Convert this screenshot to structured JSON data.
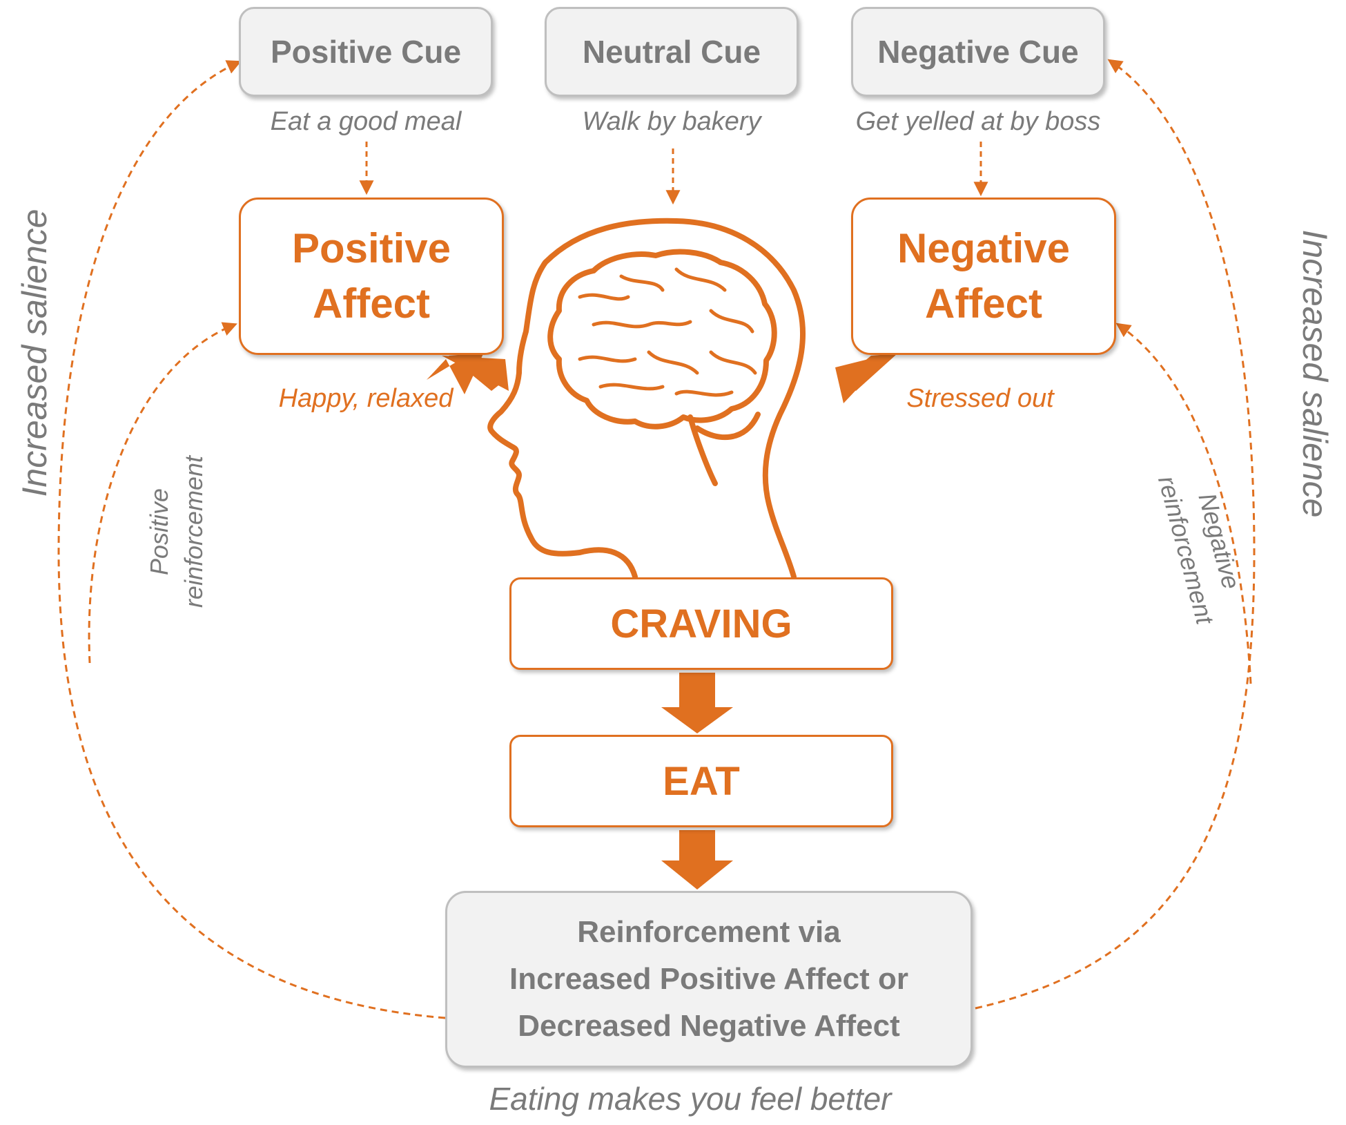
{
  "cues": {
    "positive": {
      "label": "Positive Cue",
      "example": "Eat a good meal"
    },
    "neutral": {
      "label": "Neutral Cue",
      "example": "Walk by bakery"
    },
    "negative": {
      "label": "Negative Cue",
      "example": "Get yelled at by boss"
    }
  },
  "affects": {
    "positive": {
      "line1": "Positive",
      "line2": "Affect",
      "feeling": "Happy, relaxed"
    },
    "negative": {
      "line1": "Negative",
      "line2": "Affect",
      "feeling": "Stressed out"
    }
  },
  "steps": {
    "craving": "CRAVING",
    "eat": "EAT"
  },
  "reinforcement": {
    "line1": "Reinforcement via",
    "line2": "Increased Positive Affect or",
    "line3": "Decreased Negative Affect",
    "caption": "Eating makes you feel better"
  },
  "side_labels": {
    "left_outer": "Increased salience",
    "left_inner_1": "Positive",
    "left_inner_2": "reinforcement",
    "right_outer": "Increased salience",
    "right_inner_1": "Negative",
    "right_inner_2": "reinforcement"
  },
  "colors": {
    "accent": "#e07020",
    "gray_text": "#7a7a7a",
    "box_fill": "#f2f2f2",
    "box_border": "#bfbfbf"
  }
}
